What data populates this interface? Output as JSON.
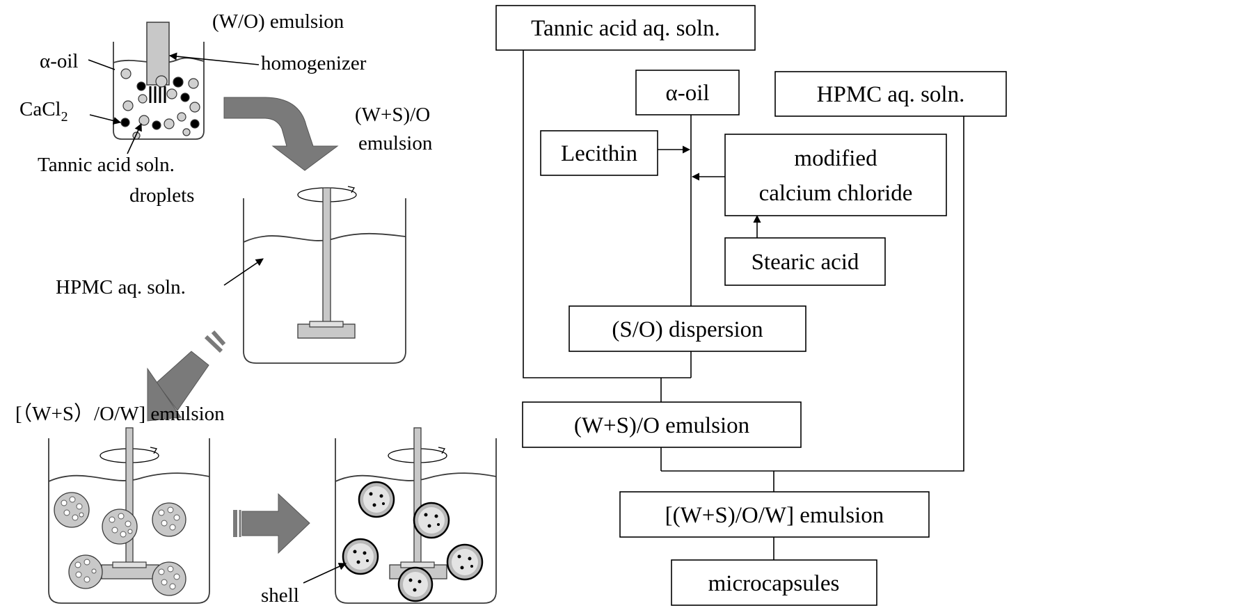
{
  "schematic": {
    "wo_emulsion": "(W/O) emulsion",
    "homogenizer": "homogenizer",
    "alpha_oil": "α-oil",
    "cacl2": "CaCl",
    "cacl2_sub": "2",
    "tannic_droplets_1": "Tannic acid soln.",
    "tannic_droplets_2": "droplets",
    "wso_emulsion_1": "(W+S)/O",
    "wso_emulsion_2": "emulsion",
    "hpmc": "HPMC aq. soln.",
    "wsow_emulsion": "[（W+S）/O/W] emulsion",
    "shell": "shell"
  },
  "flowchart": {
    "tannic_acid": "Tannic acid aq. soln.",
    "alpha_oil": "α-oil",
    "hpmc": "HPMC aq. soln.",
    "lecithin": "Lecithin",
    "modified_cacl2_1": "modified",
    "modified_cacl2_2": "calcium chloride",
    "stearic_acid": "Stearic acid",
    "so_dispersion": "(S/O) dispersion",
    "wso_emulsion": "(W+S)/O emulsion",
    "wsow_emulsion": "[(W+S)/O/W] emulsion",
    "microcapsules": "microcapsules"
  },
  "colors": {
    "arrow_gray": "#7a7a7a",
    "droplet_fill": "#d0d0d0",
    "line": "#000000"
  }
}
